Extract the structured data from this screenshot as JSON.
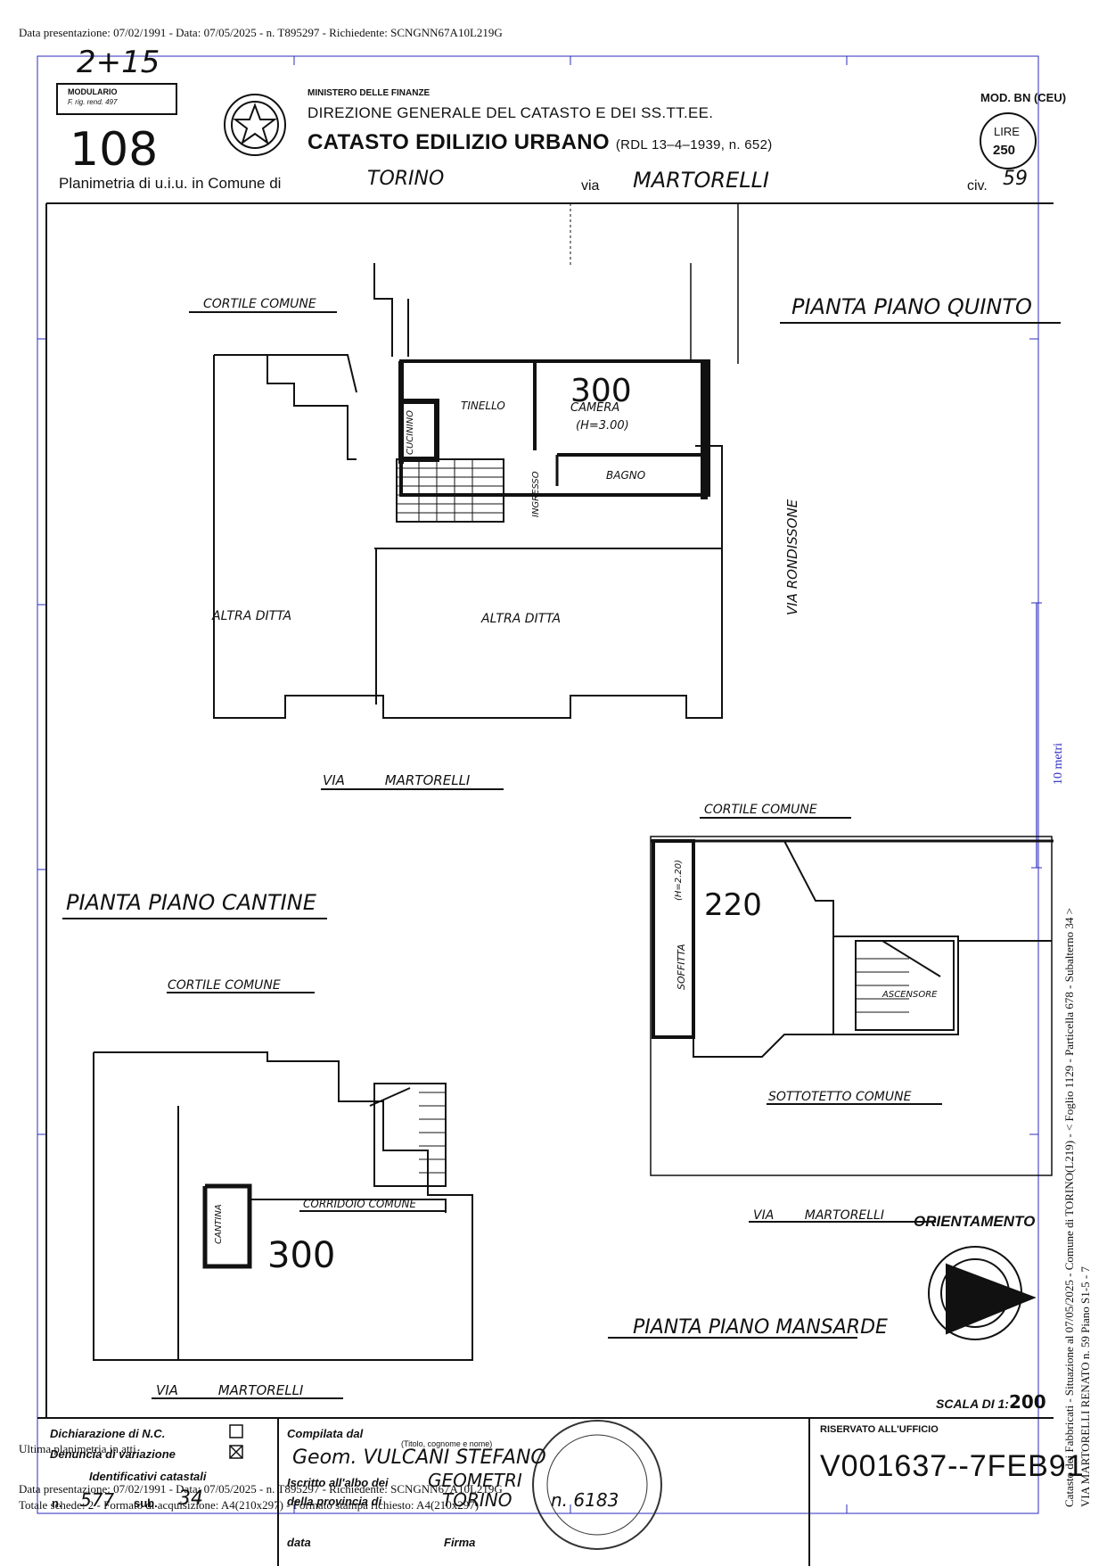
{
  "top_line": "Data presentazione: 07/02/1991 - Data: 07/05/2025 - n. T895297 - Richiedente: SCNGNN67A10L219G",
  "header": {
    "modulario_title": "MODULARIO",
    "modulario_sub": "F. rig. rend. 497",
    "handwritten_top": "2+15",
    "sheet_number": "108",
    "ministry": "MINISTERO DELLE FINANZE",
    "direction": "DIREZIONE GENERALE DEL CATASTO E DEI SS.TT.EE.",
    "catasto": "CATASTO EDILIZIO URBANO",
    "law_ref": "(RDL 13–4–1939, n. 652)",
    "model_code": "MOD. BN (CEU)",
    "lire_label": "LIRE",
    "lire_value": "250",
    "plan_prefix": "Planimetria di u.i.u. in Comune di",
    "comune": "TORINO",
    "via_label": "via",
    "via_value": "MARTORELLI",
    "civ_label": "civ.",
    "civ_value": "59"
  },
  "plan_labels": {
    "cortile_comune_1": "CORTILE COMUNE",
    "pianta_quinto": "PIANTA PIANO QUINTO",
    "tinello": "TINELLO",
    "camera": "CAMERA",
    "h300": "(H=3.00)",
    "height_300_top": "300",
    "bagno": "BAGNO",
    "cucinino": "CUCININO",
    "ingresso": "INGRESSO",
    "via_rondissone": "VIA RONDISSONE",
    "altra_ditta_1": "ALTRA DITTA",
    "altra_ditta_2": "ALTRA DITTA",
    "via_martorelli_1": "VIA MARTORELLI",
    "cortile_comune_2": "CORTILE COMUNE",
    "pianta_cantine": "PIANTA PIANO CANTINE",
    "height_220": "220",
    "h220": "(H=2.20)",
    "soffitta": "SOFFITTA",
    "ascensore": "ASCENSORE",
    "cortile_comune_3": "CORTILE COMUNE",
    "sottotetto": "SOTTOTETTO COMUNE",
    "corridoio": "CORRIDOIO COMUNE",
    "cantina": "CANTINA",
    "height_300_bottom": "300",
    "via_martorelli_2": "VIA MARTORELLI",
    "pianta_mansarde": "PIANTA PIANO MANSARDE",
    "via_martorelli_3": "VIA MARTORELLI",
    "orientamento": "ORIENTAMENTO",
    "scala": "SCALA DI 1:",
    "scala_value": "200"
  },
  "scale_bar_label": "10 metri",
  "side_text_1": "Catasto dei Fabbricati - Situazione al 07/05/2025 - Comune di TORINO(L219) - < Foglio 1129 - Particella 678 - Subalterno 34 >",
  "side_text_2": "VIA MARTORELLI RENATO n. 59 Piano S1-5 - 7",
  "footer": {
    "dichiarazione": "Dichiarazione di N.C.",
    "denuncia": "Denuncia di variazione",
    "identificativi": "Identificativi catastali",
    "n_label": "n.",
    "n_value": "577",
    "sub_label": "sub.",
    "sub_value": "34",
    "compilata": "Compilata dal",
    "titolo": "(Titolo, cognome e nome)",
    "compiler_name": "Geom. VULCANI STEFANO",
    "iscritto": "Iscritto all'albo dei",
    "albo_value": "GEOMETRI",
    "provincia": "della provincia di",
    "provincia_value": "TORINO",
    "n_albo": "n. 6183",
    "data": "data",
    "firma": "Firma",
    "riservato": "RISERVATO ALL'UFFICIO",
    "stamp_code": "V001637--7FEB91",
    "ultima": "Ultima planimetria in atti",
    "bottom_line": "Data presentazione: 07/02/1991 - Data: 07/05/2025 - n. T895297 - Richiedente: SCNGNN67A10L219G",
    "totale": "Totale schede: 2 - Formato di acquisizione: A4(210x297) - Formato stampa richiesto: A4(210x297)"
  }
}
